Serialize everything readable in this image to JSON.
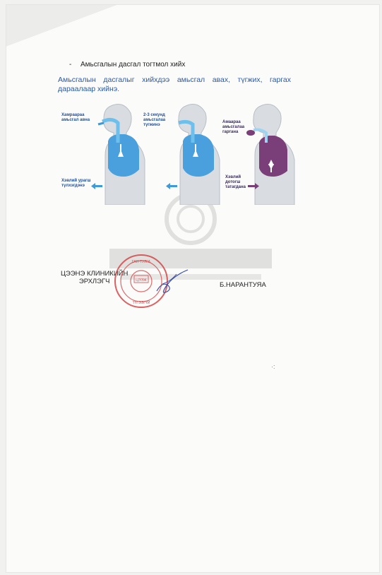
{
  "document": {
    "bullet_item": "Амьсгалын дасгал тогтмол хийх",
    "intro_text": "Амьсгалын дасгалыг хийхдээ амьсгал авах, түгжих, гаргах дараалаар хийнэ."
  },
  "diagram": {
    "step1_label": "Хамраараа амьсгал авна",
    "step1_arrow_label": "Хэвлий урагш түлхэгдэнэ",
    "step2_label": "2-3 секунд амьсгалаа түгжинэ",
    "step3_label": "Амаараа амьсгалаа гаргана",
    "step3_arrow_label": "Хэвлий дотогш татагдана",
    "colors": {
      "inhale": "#3e9ad8",
      "inhale_light": "#7ec3ea",
      "exhale": "#7a3f78",
      "body": "#d7dbe0"
    }
  },
  "stamp": {
    "top_text": "ГАН-ТУЛГА ЭМНЭЛЭГ",
    "center_text": "ЦЭЭЖ ЭМНЭЛЭГ",
    "bottom_text": "ТҮГЭЭГҮЙ ЭМНЭЛЭГ"
  },
  "signatures": {
    "position_line1": "ЦЭЭНЭ КЛИНИКИЙН",
    "position_line2": "ЭРХЛЭГЧ",
    "name": "Б.НАРАНТУЯА"
  }
}
